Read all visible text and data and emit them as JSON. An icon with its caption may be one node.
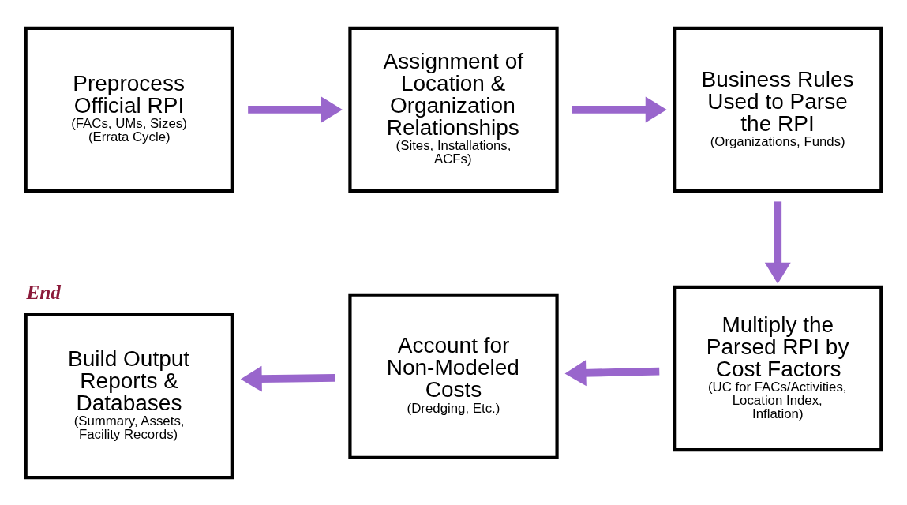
{
  "diagram": {
    "nodes": [
      {
        "text": [
          "Preprocess Official RPI",
          "(FACs, UMs, Sizes)",
          "(Errata Cycle)"
        ]
      },
      {
        "text": [
          "Assignment of Location & Organization Relationships",
          "(Sites, Installations, ACFs)"
        ]
      },
      {
        "text": [
          "Business Rules Used to Parse the RPI",
          "(Organizations, Funds)"
        ]
      },
      {
        "text": [
          "Multiply the Parsed RPI by Cost Factors",
          "(UC for FACs/Activities, Location Index, Inflation)"
        ]
      },
      {
        "text": [
          "Account for Non-Modeled Costs",
          "(Dredging, Etc.)"
        ]
      },
      {
        "text": [
          "Build Output Reports & Databases",
          "(Summary, Assets, Facility Records)"
        ],
        "beside": [
          "End"
        ]
      }
    ],
    "edges": [
      {
        "from": 0,
        "to": 1,
        "arrow": "to"
      },
      {
        "from": 1,
        "to": 2,
        "arrow": "to"
      },
      {
        "from": 2,
        "to": 3,
        "arrow": "to"
      },
      {
        "from": 3,
        "to": 4,
        "arrow": "to"
      },
      {
        "from": 4,
        "to": 5,
        "arrow": "to"
      }
    ]
  }
}
